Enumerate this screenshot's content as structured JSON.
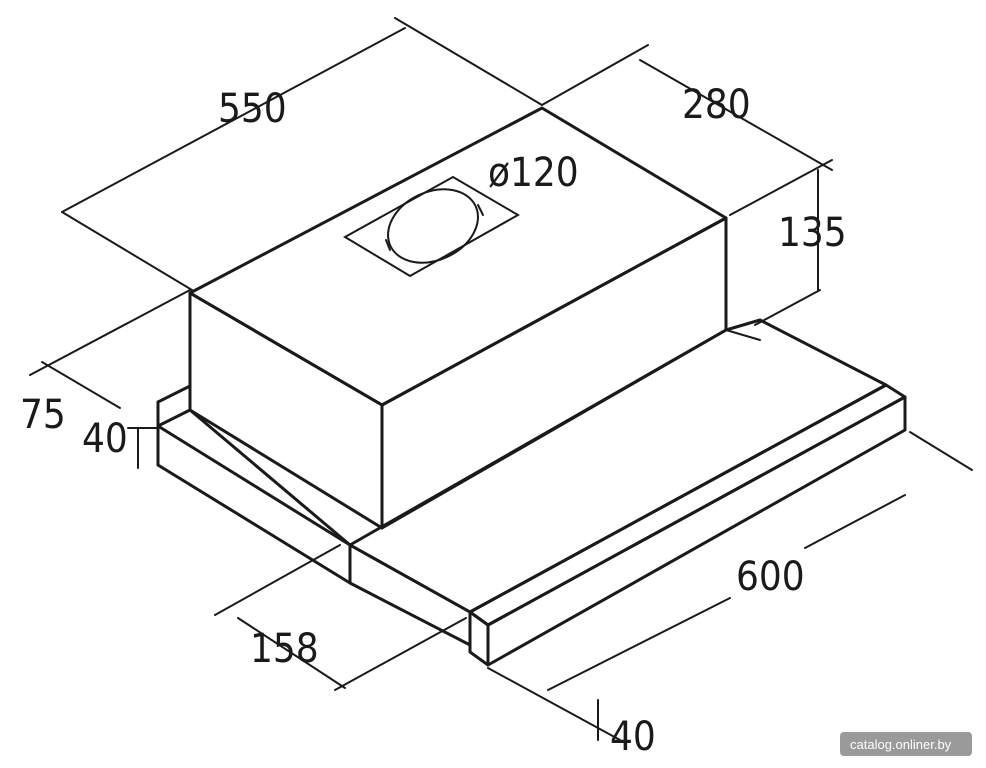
{
  "dimensions": {
    "width_main": "550",
    "depth_top": "280",
    "duct_diameter": "ø120",
    "height_top": "135",
    "front_offset": "75",
    "panel_height": "40",
    "slide_depth": "158",
    "overall_width": "600",
    "handle_height": "40"
  },
  "watermark": "catalog.onliner.by",
  "colors": {
    "line": "#1a1a1a",
    "background": "#ffffff",
    "watermark_bg": "#9a9a9a"
  }
}
